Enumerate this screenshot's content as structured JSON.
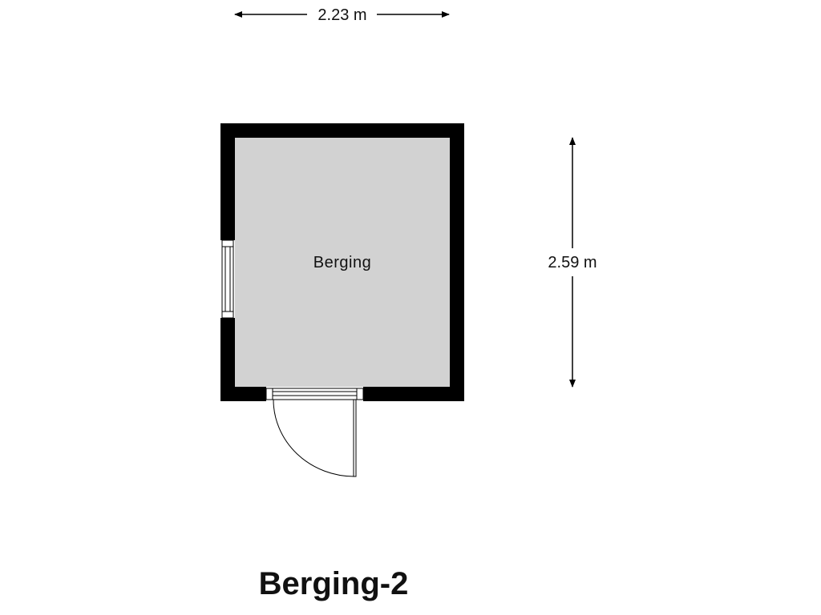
{
  "plan": {
    "title": "Berging-2",
    "room": {
      "label": "Berging",
      "fill": "#d2d2d2"
    },
    "dimensions": {
      "width": "2.23 m",
      "depth": "2.59 m"
    },
    "wall_color": "#000000"
  }
}
